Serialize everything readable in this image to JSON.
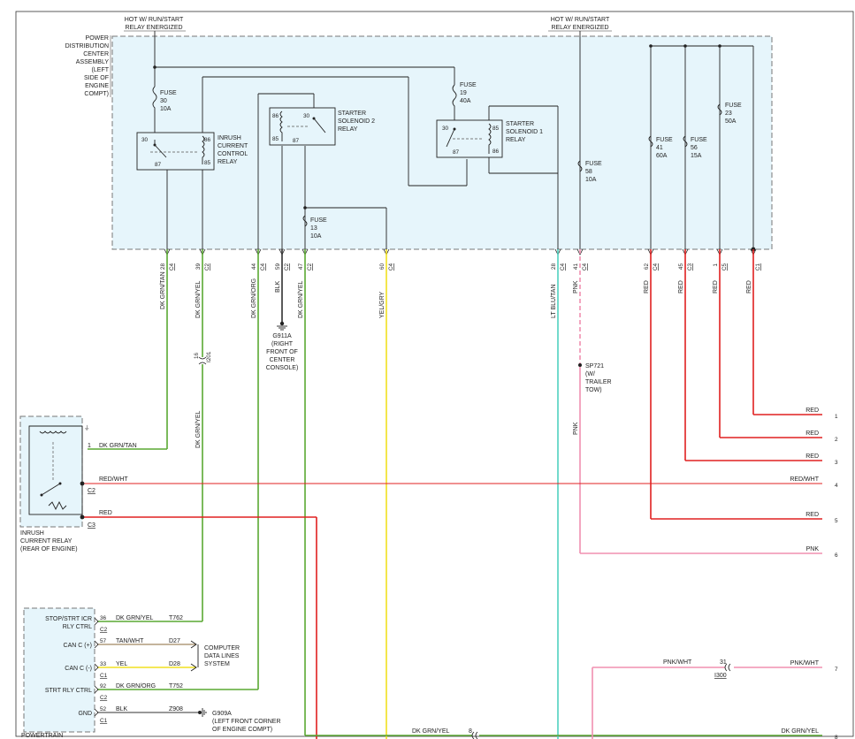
{
  "top_labels": {
    "hot_left": [
      "HOT W/ RUN/START",
      "RELAY ENERGIZED"
    ],
    "hot_right": [
      "HOT W/ RUN/START",
      "RELAY ENERGIZED"
    ],
    "pdc": [
      "POWER",
      "DISTRIBUTION",
      "CENTER",
      "ASSEMBLY",
      "(LEFT",
      "SIDE OF",
      "ENGINE",
      "COMPT)"
    ]
  },
  "fuses": [
    {
      "lines": [
        "FUSE",
        "30",
        "10A"
      ]
    },
    {
      "lines": [
        "FUSE",
        "19",
        "40A"
      ]
    },
    {
      "lines": [
        "FUSE",
        "13",
        "10A"
      ]
    },
    {
      "lines": [
        "FUSE",
        "58",
        "10A"
      ]
    },
    {
      "lines": [
        "FUSE",
        "41",
        "60A"
      ]
    },
    {
      "lines": [
        "FUSE",
        "56",
        "15A"
      ]
    },
    {
      "lines": [
        "FUSE",
        "23",
        "50A"
      ]
    }
  ],
  "relays": {
    "inrush": {
      "name": [
        "INRUSH",
        "CURRENT",
        "CONTROL",
        "RELAY"
      ],
      "pins": [
        "30",
        "86",
        "87",
        "85"
      ]
    },
    "ss2": {
      "name": [
        "STARTER",
        "SOLENOID 2",
        "RELAY"
      ],
      "pins": [
        "86",
        "30",
        "85",
        "87"
      ]
    },
    "ss1": {
      "name": [
        "STARTER",
        "SOLENOID 1",
        "RELAY"
      ],
      "pins": [
        "30",
        "85",
        "87",
        "86"
      ]
    }
  },
  "pdc_pins": [
    {
      "num": "28",
      "conn": "C4"
    },
    {
      "num": "39",
      "conn": "C2"
    },
    {
      "num": "44",
      "conn": "C4"
    },
    {
      "num": "59",
      "conn": "C2"
    },
    {
      "num": "47",
      "conn": "C2"
    },
    {
      "num": "60",
      "conn": "C4"
    },
    {
      "num": "28",
      "conn": "C4"
    },
    {
      "num": "41",
      "conn": "C4"
    },
    {
      "num": "62",
      "conn": "C4"
    },
    {
      "num": "45",
      "conn": "C3"
    },
    {
      "num": "1",
      "conn": "C5"
    },
    {
      "num": "",
      "conn": "C1"
    }
  ],
  "wire_colors": {
    "v1": "DK GRN/TAN",
    "v2": "DK GRN/YEL",
    "v3": "DK GRN/ORG",
    "v4": "BLK",
    "v5": "DK GRN/YEL",
    "v6": "YEL/GRY",
    "v7": "LT BLU/TAN",
    "v8": "PNK",
    "v9": "RED",
    "v10": "RED",
    "v11": "RED",
    "v12": "RED",
    "v2b": "DK GRN/YEL",
    "pnk2": "PNK"
  },
  "splice_i201": {
    "num": "16",
    "name": "I201"
  },
  "ground_g911a": [
    "G911A",
    "(RIGHT",
    "FRONT OF",
    "CENTER",
    "CONSOLE)"
  ],
  "sp721": [
    "SP721",
    "(W/",
    "TRAILER",
    "TOW)"
  ],
  "inrush_relay": {
    "name": [
      "INRUSH",
      "CURRENT RELAY",
      "(REAR OF ENGINE)"
    ],
    "pin1": "1",
    "pin1_wire": "DK GRN/TAN",
    "c2": "C2",
    "c2_wire": "RED/WHT",
    "c3": "C3",
    "c3_wire": "RED"
  },
  "right_wires": [
    {
      "label": "RED",
      "num": "1"
    },
    {
      "label": "RED",
      "num": "2"
    },
    {
      "label": "RED",
      "num": "3"
    },
    {
      "label": "RED/WHT",
      "num": "4"
    },
    {
      "label": "RED",
      "num": "5"
    },
    {
      "label": "PNK",
      "num": "6"
    },
    {
      "label": "PNK/WHT",
      "num": "7"
    },
    {
      "label": "DK GRN/YEL",
      "num": "8"
    }
  ],
  "pnk_wht": {
    "label": "PNK/WHT",
    "pin": "31",
    "conn": "I300"
  },
  "bottom_dkgrnyel": {
    "label": "DK GRN/YEL",
    "pin": "8"
  },
  "pcm": {
    "title": "POWERTRAIN",
    "rows": [
      {
        "label": [
          "STOP/STRT ICR",
          "RLY CTRL"
        ],
        "pin": "36",
        "conn": "C2",
        "wire": "DK GRN/YEL",
        "circuit": "T762"
      },
      {
        "label": [
          "CAN C (+)"
        ],
        "pin": "57",
        "conn": "",
        "wire": "TAN/WHT",
        "circuit": "D27"
      },
      {
        "label": [
          "CAN C (-)"
        ],
        "pin": "33",
        "conn": "C1",
        "wire": "YEL",
        "circuit": "D28"
      },
      {
        "label": [
          "STRT RLY CTRL"
        ],
        "pin": "92",
        "conn": "C2",
        "wire": "DK GRN/ORG",
        "circuit": "T752"
      },
      {
        "label": [
          "GND"
        ],
        "pin": "52",
        "conn": "C1",
        "wire": "BLK",
        "circuit": "Z908"
      }
    ]
  },
  "computer_data": [
    "COMPUTER",
    "DATA LINES",
    "SYSTEM"
  ],
  "ground_g909a": [
    "G909A",
    "(LEFT FRONT CORNER",
    "OF ENGINE COMPT)"
  ],
  "colors": {
    "dkgrn": "#5aa832",
    "yel": "#f0e020",
    "ltblu": "#50d0c0",
    "red": "#e02020",
    "pnk": "#f090b0",
    "blk": "#303030",
    "box_fill": "#e6f5fb",
    "box_stroke": "#777777"
  }
}
